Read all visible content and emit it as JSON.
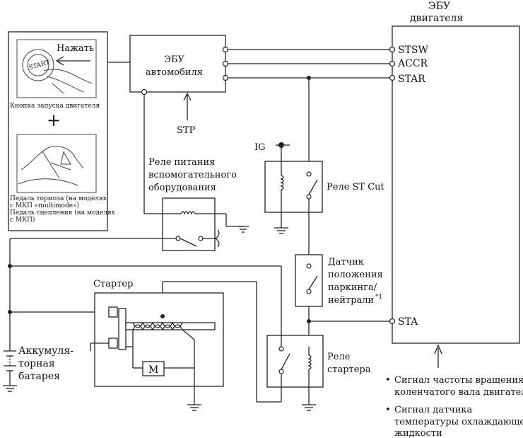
{
  "ecu_engine": {
    "title_line1": "ЭБУ",
    "title_line2": "двигателя",
    "pins": {
      "stsw": "STSW",
      "accr": "ACCR",
      "star": "STAR",
      "sta": "STA"
    }
  },
  "ecu_vehicle": {
    "line1": "ЭБУ",
    "line2": "автомобиля",
    "stp": "STP"
  },
  "inputs": {
    "press_label": "Нажать",
    "start_button_text": "START",
    "start_button_caption": "Кнопка запуска двигателя",
    "plus": "+",
    "pedal_caption_lines": [
      "Педаль тормоза (на моделях",
      "с МКП «multimode»)",
      "Педаль сцепления (на моделях",
      "с МКП)"
    ]
  },
  "relay_acc": {
    "lines": [
      "Реле питания",
      "вспомогательного",
      "оборудования"
    ]
  },
  "relay_st_cut": {
    "label": "Реле ST Cut",
    "ig": "IG"
  },
  "park_sensor": {
    "lines": [
      "Датчик",
      "положения",
      "паркинга/",
      "нейтрали"
    ],
    "footnote": "*1"
  },
  "starter": {
    "label": "Стартер",
    "motor": "M"
  },
  "starter_relay": {
    "lines": [
      "Реле",
      "стартера"
    ]
  },
  "battery": {
    "lines": [
      "Аккумуля-",
      "торная",
      "батарея"
    ]
  },
  "signals": {
    "bullet": "•",
    "crank_lines": [
      "Сигнал частоты вращения",
      "коленчатого вала двигателя"
    ],
    "coolant_lines": [
      "Сигнал датчика",
      "температуры охлаждающей",
      "жидкости"
    ]
  }
}
